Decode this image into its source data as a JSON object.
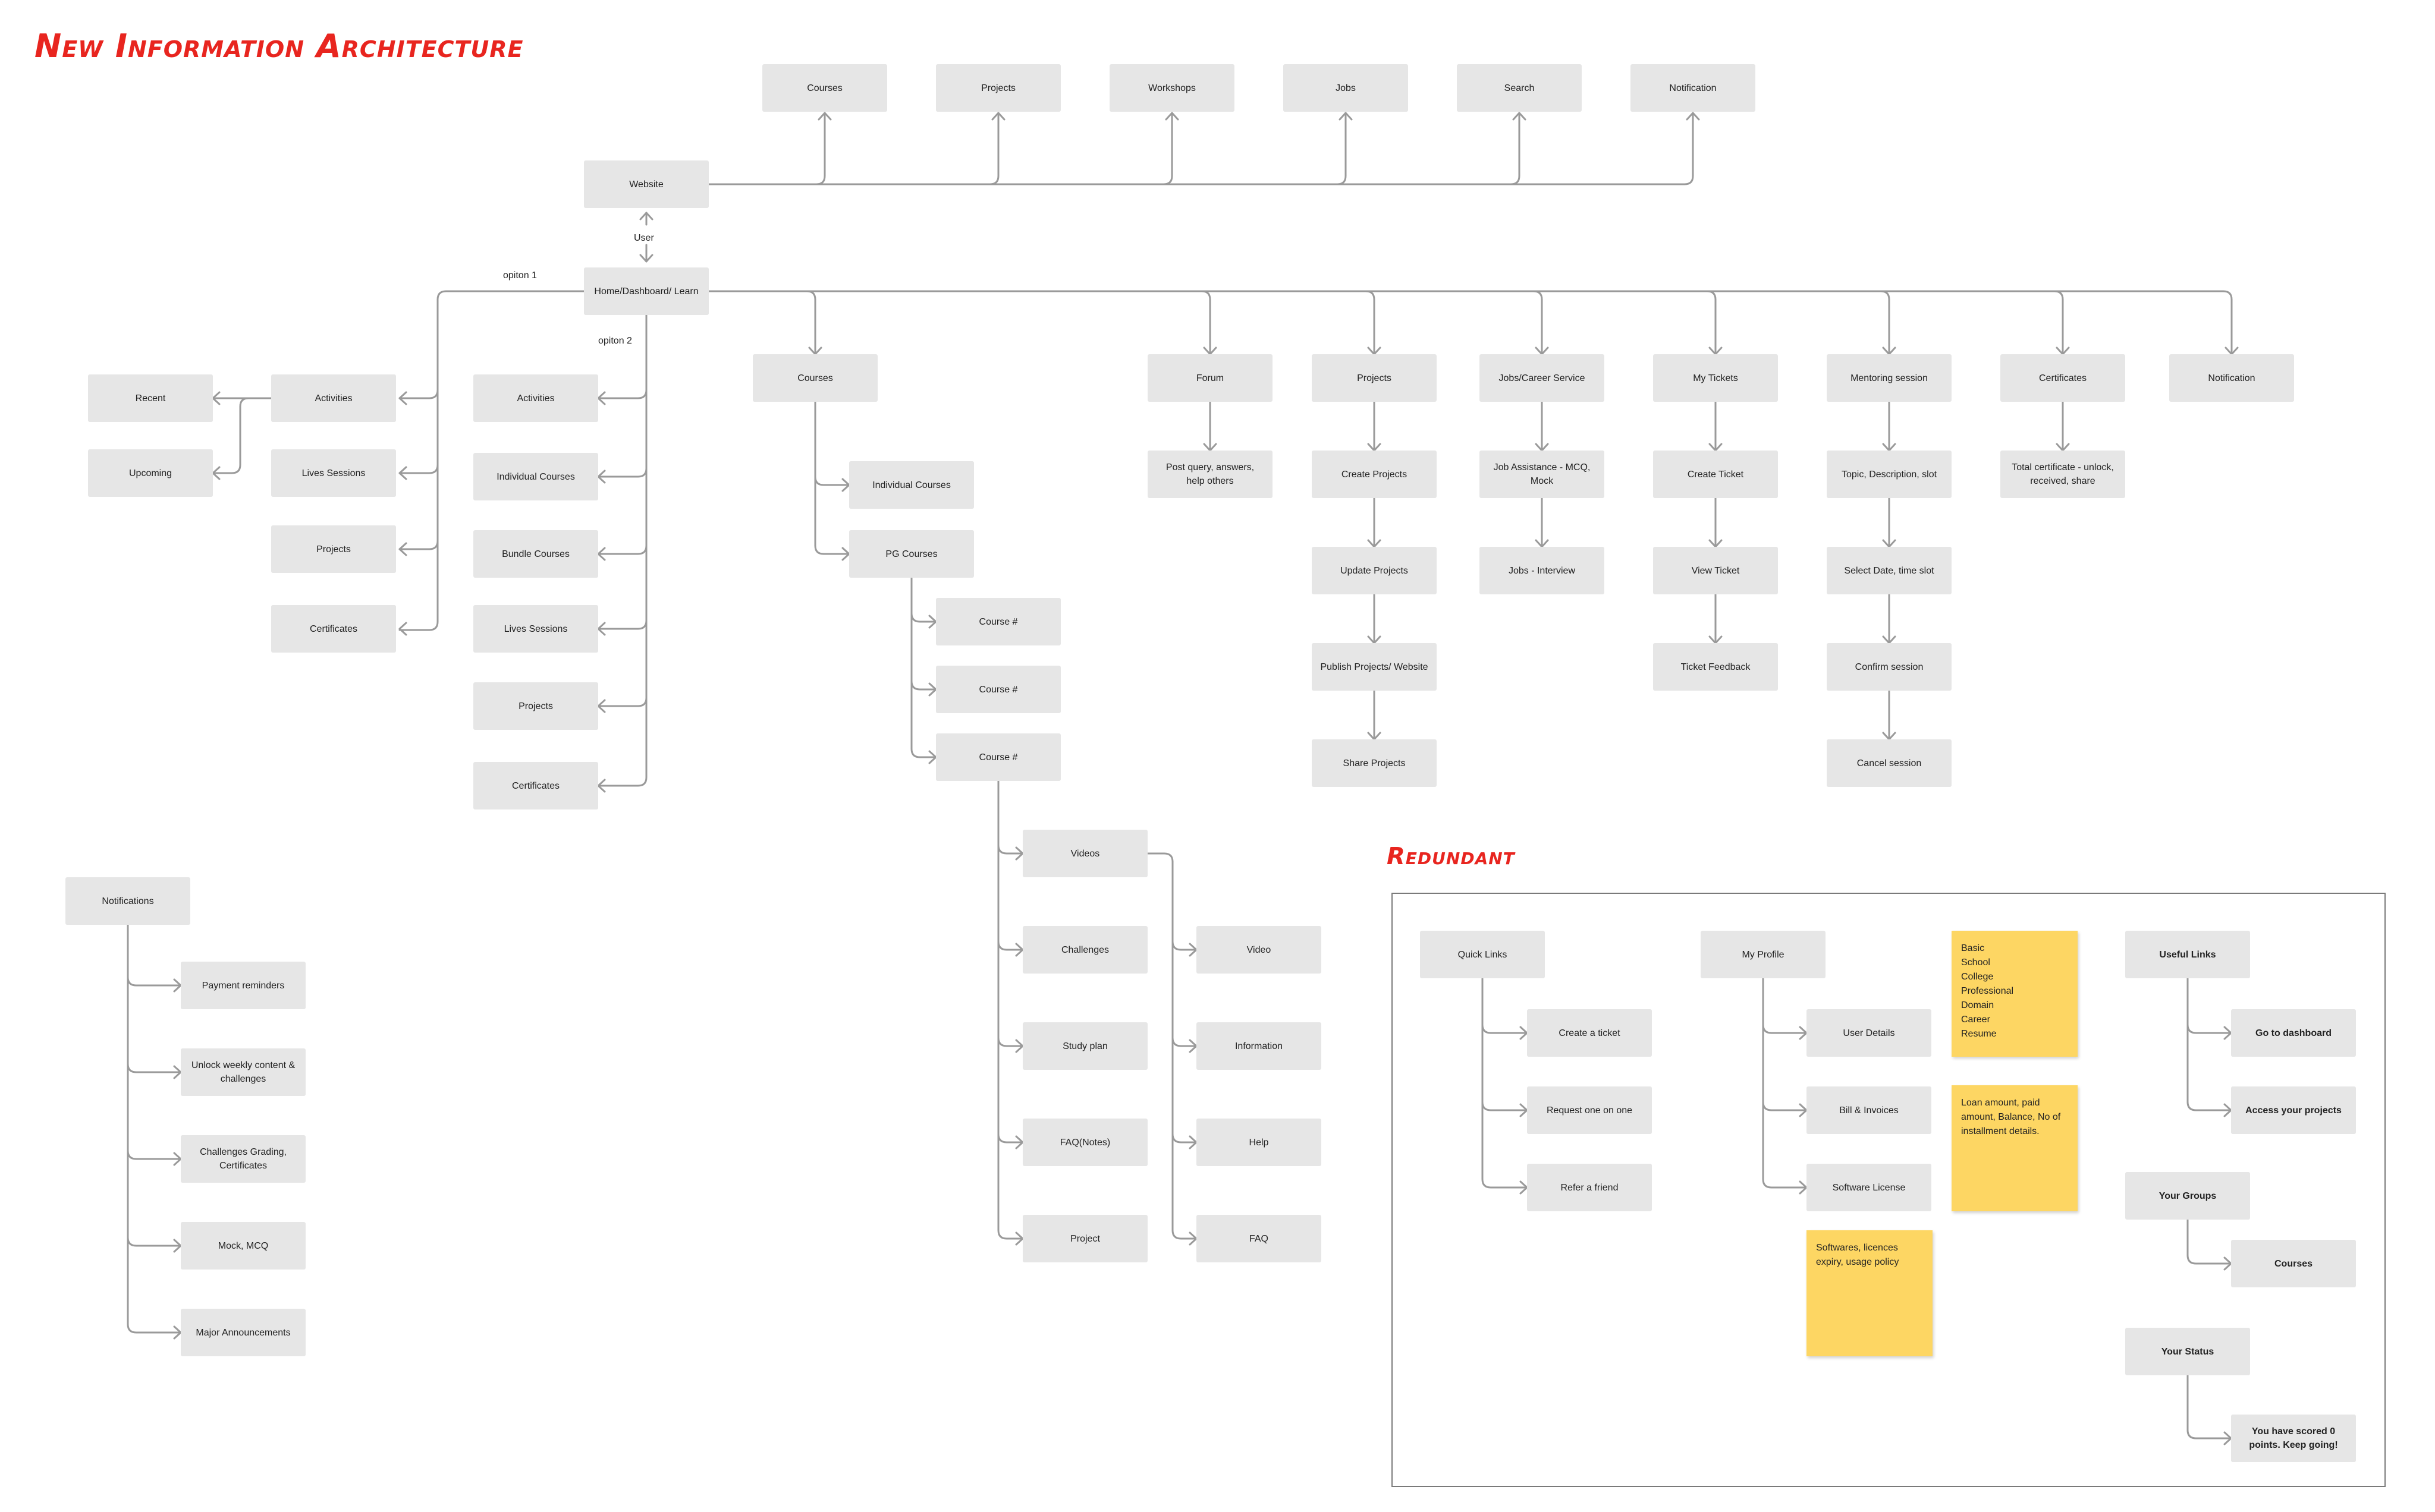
{
  "headings": {
    "title": "New Information Architecture",
    "redundant": "Redundant"
  },
  "labels": {
    "user": "User",
    "option1": "opiton 1",
    "option2": "opiton 2"
  },
  "top": {
    "website": "Website",
    "items": [
      "Courses",
      "Projects",
      "Workshops",
      "Jobs",
      "Search",
      "Notification"
    ],
    "home": "Home/Dashboard/ Learn"
  },
  "option1": {
    "activities": "Activities",
    "items": [
      "Lives Sessions",
      "Projects",
      "Certificates"
    ],
    "activity_children": [
      "Recent",
      "Upcoming"
    ]
  },
  "option2": {
    "items": [
      "Activities",
      "Individual Courses",
      "Bundle Courses",
      "Lives Sessions",
      "Projects",
      "Certificates"
    ]
  },
  "courses": {
    "title": "Courses",
    "individual": "Individual Courses",
    "pg": "PG Courses",
    "course_items": [
      "Course #",
      "Course #",
      "Course #"
    ],
    "course_children": [
      "Videos",
      "Challenges",
      "Study plan",
      "FAQ(Notes)",
      "Project"
    ],
    "video_children": [
      "Video",
      "Information",
      "Help",
      "FAQ"
    ]
  },
  "forum": {
    "title": "Forum",
    "children": [
      "Post query, answers, help others"
    ]
  },
  "projects": {
    "title": "Projects",
    "children": [
      "Create Projects",
      "Update Projects",
      "Publish Projects/ Website",
      "Share Projects"
    ]
  },
  "jobs": {
    "title": "Jobs/Career Service",
    "children": [
      "Job Assistance - MCQ, Mock",
      "Jobs - Interview"
    ]
  },
  "tickets": {
    "title": "My Tickets",
    "children": [
      "Create Ticket",
      "View Ticket",
      "Ticket Feedback"
    ]
  },
  "mentoring": {
    "title": "Mentoring session",
    "children": [
      "Topic, Description, slot",
      "Select Date, time slot",
      "Confirm session",
      "Cancel session"
    ]
  },
  "certificates": {
    "title": "Certificates",
    "children": [
      "Total certificate - unlock, received, share"
    ]
  },
  "notification_node": "Notification",
  "notifications": {
    "title": "Notifications",
    "children": [
      "Payment reminders",
      "Unlock weekly content & challenges",
      "Challenges Grading, Certificates",
      "Mock, MCQ",
      "Major Announcements"
    ]
  },
  "redundant": {
    "quick_links": {
      "title": "Quick Links",
      "children": [
        "Create a ticket",
        "Request one on one",
        "Refer a friend"
      ]
    },
    "my_profile": {
      "title": "My Profile",
      "children": [
        "User Details",
        "Bill & Invoices",
        "Software License"
      ]
    },
    "stickies": [
      "Basic\nSchool\nCollege\nProfessional\nDomain\nCareer\nResume",
      "Loan amount, paid amount, Balance, No of installment details.",
      "Softwares, licences expiry, usage policy"
    ],
    "useful_links": {
      "title": "Useful Links",
      "children": [
        "Go to dashboard",
        "Access your projects"
      ]
    },
    "your_groups": {
      "title": "Your Groups",
      "children": [
        "Courses"
      ]
    },
    "your_status": {
      "title": "Your Status",
      "children": [
        "You have scored 0 points. Keep going!"
      ]
    }
  },
  "colors": {
    "node_fill": "#e6e6e6",
    "connector": "#9a9a9a",
    "heading": "#e8251f",
    "sticky": "#fdd663"
  }
}
